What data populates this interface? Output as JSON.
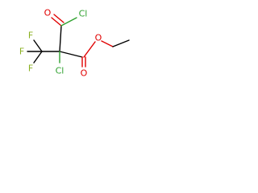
{
  "molecule": {
    "atom_labels": {
      "acyl_cl": "Cl",
      "acyl_o": "O",
      "ester_o_carbonyl": "O",
      "ester_o_ether": "O",
      "alpha_cl": "Cl",
      "f_top": "F",
      "f_left": "F",
      "f_bottom": "F"
    },
    "colors": {
      "chlorine": "#2ea12e",
      "oxygen": "#e00000",
      "fluorine": "#8ab020",
      "carbon": "#000000"
    }
  }
}
